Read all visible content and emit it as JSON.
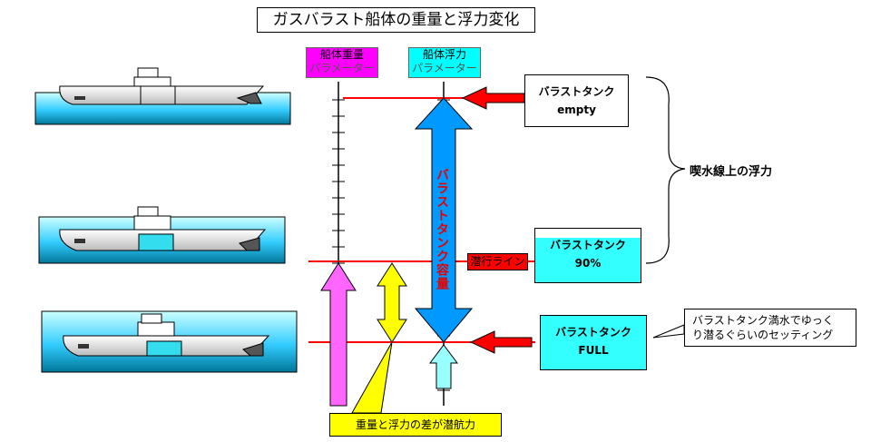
{
  "title": "ガスバラスト船体の重量と浮力変化",
  "weight_param": {
    "line1": "船体重量",
    "line2": "パラメーター",
    "color": "#ff00ff"
  },
  "buoyancy_param": {
    "line1": "船体浮力",
    "line2": "パラメーター",
    "color": "#00ffff"
  },
  "tank_empty": {
    "line1": "バラストタンク",
    "line2": "empty"
  },
  "tank_90": {
    "line1": "バラストタンク",
    "line2": "90%"
  },
  "tank_full": {
    "line1": "バラストタンク",
    "line2": "FULL"
  },
  "waterline_buoyancy": "喫水線上の浮力",
  "ballast_capacity": "バラストタンク容量",
  "dive_line": "潜行ライン",
  "note": {
    "line1": "バラストタンク満水でゆっく",
    "line2": "り潜るぐらいのセッティング"
  },
  "diving_power": "重量と浮力の差が潜航力",
  "colors": {
    "water": "#33ccff",
    "red_line": "#ff0000",
    "blue_arrow": "#0099ff",
    "yellow": "#ffff00",
    "pink": "#ff66ff",
    "cyan_arrow": "#99ffff"
  }
}
